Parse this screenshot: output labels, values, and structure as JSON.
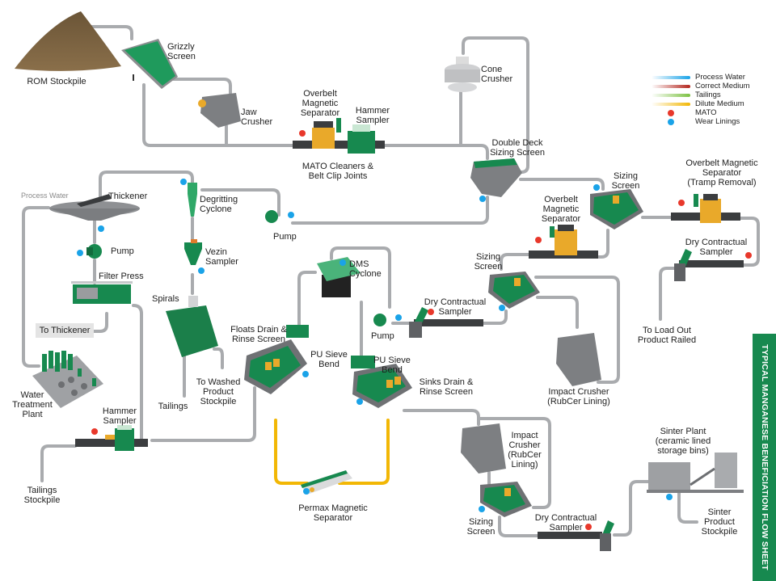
{
  "title": "TYPICAL MANGANESE BENEFICIATION FLOW SHEET",
  "legend": {
    "items": [
      {
        "label": "Process Water",
        "kind": "line",
        "color": "#1aa3e8"
      },
      {
        "label": "Correct Medium",
        "kind": "line",
        "color": "#b3261e"
      },
      {
        "label": "Tailings",
        "kind": "line",
        "color": "#7cc142"
      },
      {
        "label": "Dilute Medium",
        "kind": "line",
        "color": "#f2b705"
      },
      {
        "label": "MATO",
        "kind": "dot",
        "color": "#e8382b"
      },
      {
        "label": "Wear Linings",
        "kind": "dot",
        "color": "#1aa3e8"
      }
    ]
  },
  "colors": {
    "pipe": "#a9abae",
    "equipment_green": "#17894f",
    "equipment_grey": "#7d7f82",
    "equipment_yellow": "#e9a92a",
    "mato_marker": "#e8382b",
    "wear_lining_marker": "#1aa3e8",
    "dilute_medium_pipe": "#f2b705",
    "correct_medium_pipe": "#d9542c",
    "title_bar": "#17894f"
  },
  "labels": {
    "rom_stockpile": "ROM Stockpile",
    "grizzly_screen": "Grizzly\nScreen",
    "jaw_crusher": "Jaw\nCrusher",
    "overbelt_mag_sep_1": "Overbelt\nMagnetic\nSeparator",
    "hammer_sampler_1": "Hammer\nSampler",
    "mato_cleaners": "MATO Cleaners &\nBelt Clip Joints",
    "cone_crusher": "Cone\nCrusher",
    "double_deck_screen": "Double Deck\nSizing Screen",
    "process_water": "Process Water",
    "thickener": "Thickener",
    "degritting_cyclone": "Degritting\nCyclone",
    "pump_1": "Pump",
    "pump_2": "Pump",
    "pump_3": "Pump",
    "vezin_sampler": "Vezin\nSampler",
    "filter_press": "Filter Press",
    "to_thickener": "To Thickener",
    "spirals": "Spirals",
    "water_treatment_plant": "Water\nTreatment\nPlant",
    "tailings": "Tailings",
    "to_washed_product": "To Washed\nProduct\nStockpile",
    "hammer_sampler_2": "Hammer\nSampler",
    "tailings_stockpile": "Tailings\nStockpile",
    "floats_drain": "Floats Drain &\nRinse Screen",
    "pu_sieve_bend_1": "PU Sieve\nBend",
    "pu_sieve_bend_2": "PU Sieve\nBend",
    "dms_cyclone": "DMS\nCyclone",
    "sinks_drain": "Sinks Drain &\nRinse Screen",
    "permax": "Permax Magnetic\nSeparator",
    "dry_sampler_1": "Dry Contractual\nSampler",
    "sizing_screen_1": "Sizing\nScreen",
    "overbelt_mag_sep_2": "Overbelt\nMagnetic\nSeparator",
    "sizing_screen_2": "Sizing\nScreen",
    "overbelt_mag_sep_tramp": "Overbelt Magnetic\nSeparator\n(Tramp Removal)",
    "dry_sampler_2": "Dry Contractual\nSampler",
    "to_load_out": "To Load Out\nProduct Railed",
    "impact_crusher_1": "Impact Crusher\n(RubCer Lining)",
    "impact_crusher_2": "Impact\nCrusher\n(RubCer\nLining)",
    "sizing_screen_3": "Sizing\nScreen",
    "dry_sampler_3": "Dry Contractual\nSampler",
    "sinter_plant": "Sinter Plant\n(ceramic lined\nstorage bins)",
    "sinter_product": "Sinter\nProduct\nStockpile"
  }
}
